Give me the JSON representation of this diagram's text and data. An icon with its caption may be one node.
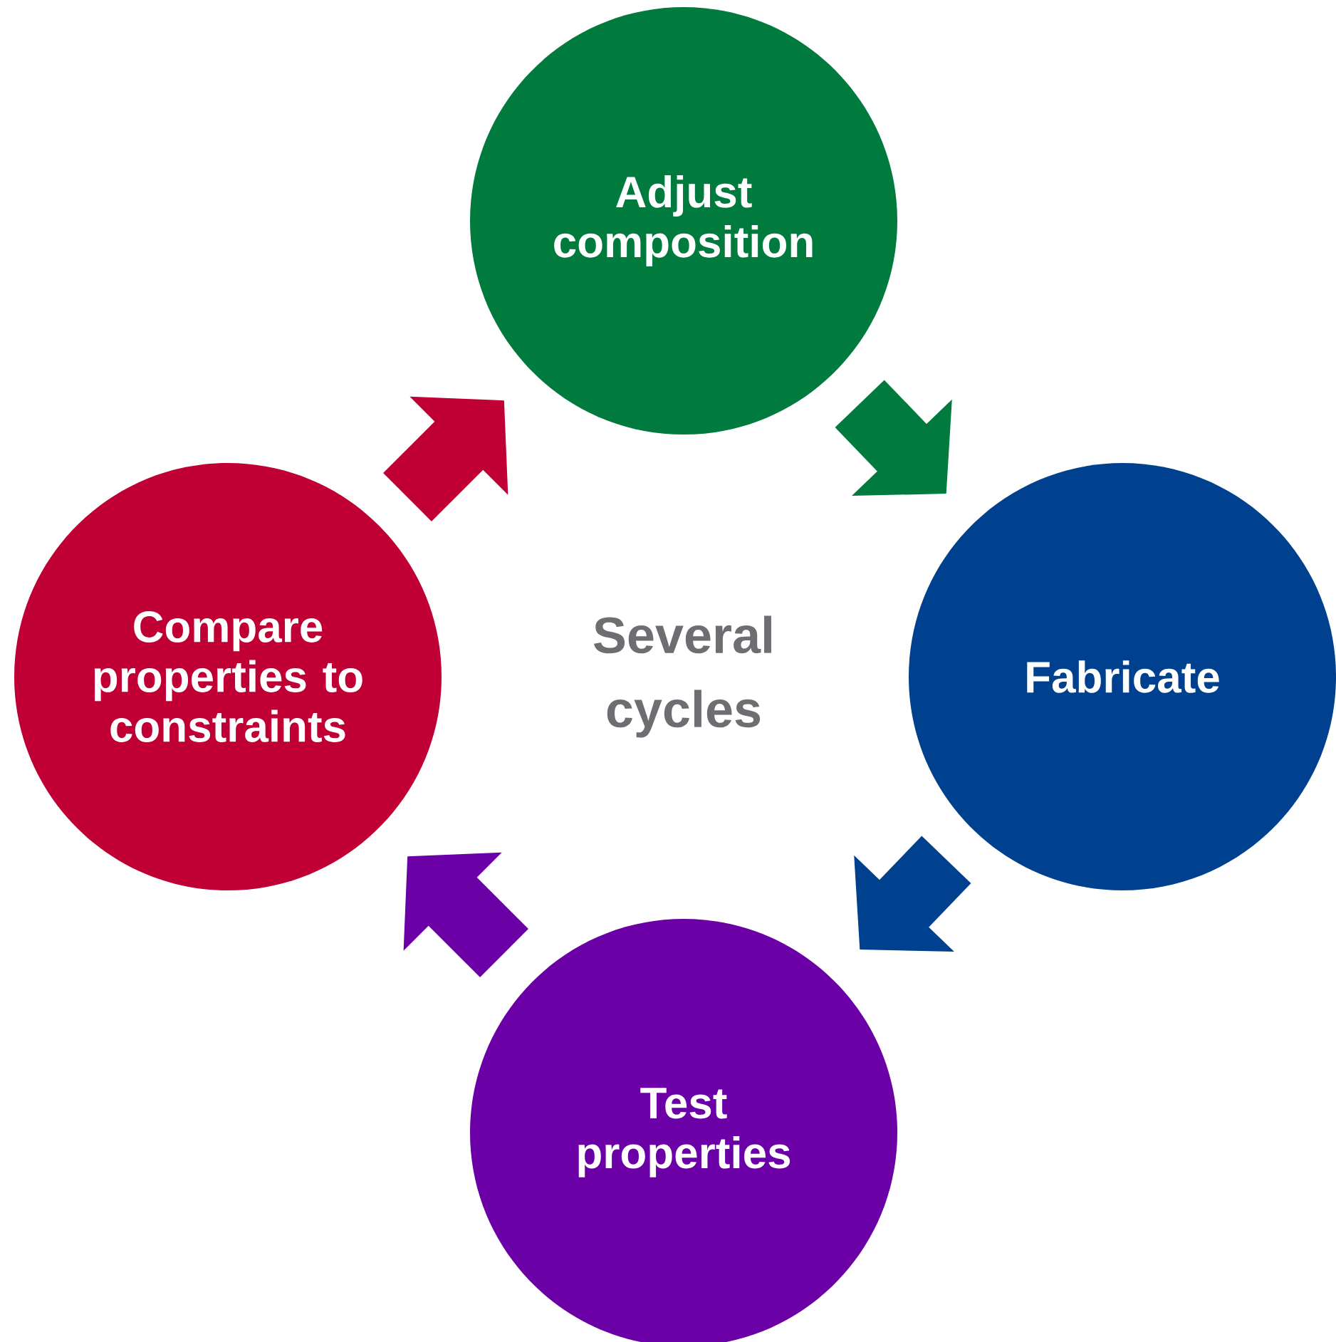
{
  "diagram": {
    "nodes": [
      {
        "text": [
          "Adjust composition"
        ]
      },
      {
        "text": [
          "Fabricate"
        ]
      },
      {
        "text": [
          "Test properties"
        ]
      },
      {
        "text": [
          "Compare properties to constraints"
        ]
      }
    ],
    "edges": [
      {
        "from": 0,
        "to": 1,
        "arrow": "to",
        "color": "#007a3d"
      },
      {
        "from": 1,
        "to": 2,
        "arrow": "to",
        "color": "#00418f"
      },
      {
        "from": 2,
        "to": 3,
        "arrow": "to",
        "color": "#6a00a6"
      },
      {
        "from": 3,
        "to": 0,
        "arrow": "to",
        "color": "#c00034"
      }
    ],
    "labels": [
      "Several cycles"
    ]
  }
}
